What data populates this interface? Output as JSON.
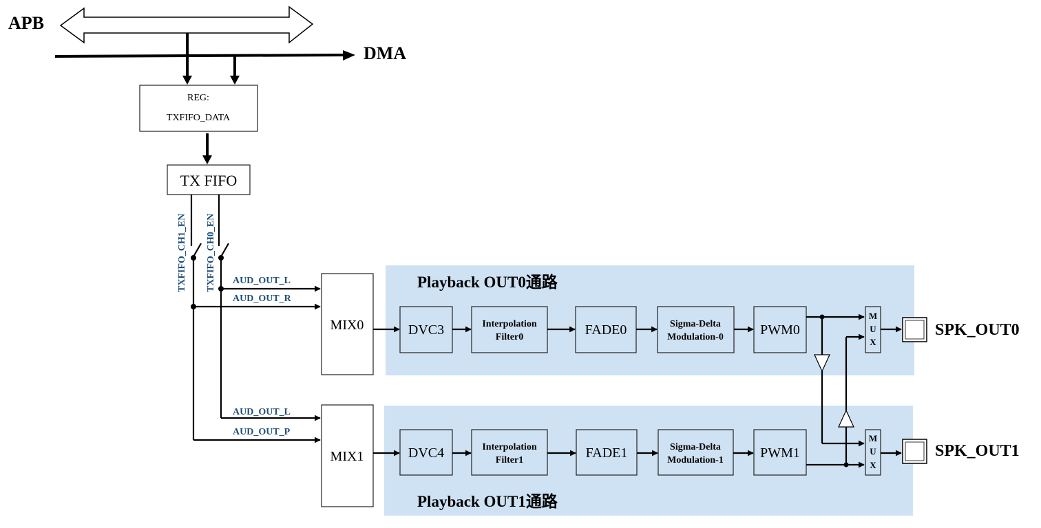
{
  "bus": {
    "apb": "APB",
    "dma": "DMA"
  },
  "reg": {
    "line1": "REG:",
    "line2": "TXFIFO_DATA"
  },
  "txfifo": "TX FIFO",
  "enables": {
    "ch1": "TXFIFO_CH1_EN",
    "ch0": "TXFIFO_CH0_EN"
  },
  "signals": {
    "mix0_l": "AUD_OUT_L",
    "mix0_r": "AUD_OUT_R",
    "mix1_l": "AUD_OUT_L",
    "mix1_p": "AUD_OUT_P"
  },
  "mixers": {
    "mix0": "MIX0",
    "mix1": "MIX1"
  },
  "paths": {
    "out0": {
      "title": "Playback OUT0通路",
      "dvc": "DVC3",
      "interp_line1": "Interpolation",
      "interp_line2": "Filter0",
      "fade": "FADE0",
      "sd_line1": "Sigma-Delta",
      "sd_line2": "Modulation-0",
      "pwm": "PWM0",
      "mux": [
        "M",
        "U",
        "X"
      ],
      "output": "SPK_OUT0"
    },
    "out1": {
      "title": "Playback OUT1通路",
      "dvc": "DVC4",
      "interp_line1": "Interpolation",
      "interp_line2": "Filter1",
      "fade": "FADE1",
      "sd_line1": "Sigma-Delta",
      "sd_line2": "Modulation-1",
      "pwm": "PWM1",
      "mux": [
        "M",
        "U",
        "X"
      ],
      "output": "SPK_OUT1"
    }
  },
  "colors": {
    "path_background": "#cfe2f3",
    "signal_label": "#1f4e79"
  }
}
